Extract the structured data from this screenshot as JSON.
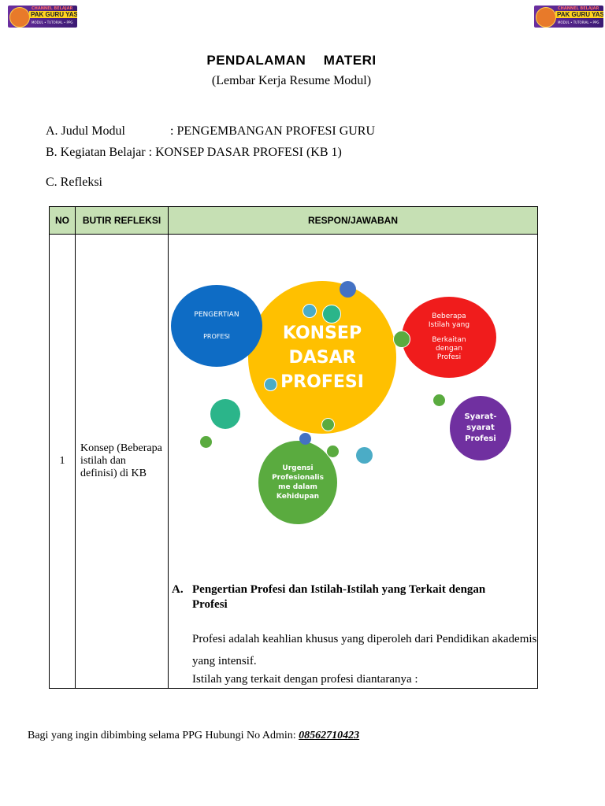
{
  "logo": {
    "line1": "CHANNEL BELAJAR",
    "line2": "PAK GURU YASIN",
    "line3": "MODUL • TUTORIAL • PPG"
  },
  "header": {
    "title": "PENDALAMAN  MATERI",
    "subtitle": "(Lembar Kerja Resume Modul)"
  },
  "meta": {
    "a_prefix": "A.  Judul Modul",
    "a_value": ": PENGEMBANGAN PROFESI GURU",
    "b_prefix": "B.  Kegiatan Belajar",
    "b_value": ": KONSEP DASAR PROFESI (KB 1)",
    "c_label": "C.  Refleksi"
  },
  "table": {
    "headers": [
      "NO",
      "BUTIR REFLEKSI",
      "RESPON/JAWABAN"
    ],
    "row": {
      "no": "1",
      "butir": "Konsep (Beberapa istilah dan definisi) di KB"
    }
  },
  "diagram": {
    "center": [
      "KONSEP",
      "DASAR",
      "PROFESI"
    ],
    "blue": [
      "PENGERTIAN",
      "PROFESI"
    ],
    "red": [
      "Beberapa",
      "Istilah yang",
      "Berkaitan",
      "dengan",
      "Profesi"
    ],
    "green": [
      "Urgensi",
      "Profesionalis",
      "me dalam",
      "Kehidupan"
    ],
    "purple": [
      "Syarat-",
      "syarat",
      "Profesi"
    ],
    "colors": {
      "center": "#ffc000",
      "blue": "#0e6cc5",
      "red": "#f01c1c",
      "green": "#5aab3f",
      "purple": "#7030a0"
    }
  },
  "section_a": {
    "num": "A.",
    "title": "Pengertian Profesi dan Istilah-Istilah yang Terkait dengan Profesi",
    "para1": "Profesi adalah keahlian khusus yang diperoleh dari Pendidikan akademis yang intensif.",
    "para2": "Istilah yang terkait dengan profesi diantaranya :"
  },
  "footer": {
    "text": "Bagi yang ingin dibimbing selama PPG Hubungi No Admin: ",
    "phone": "08562710423"
  }
}
